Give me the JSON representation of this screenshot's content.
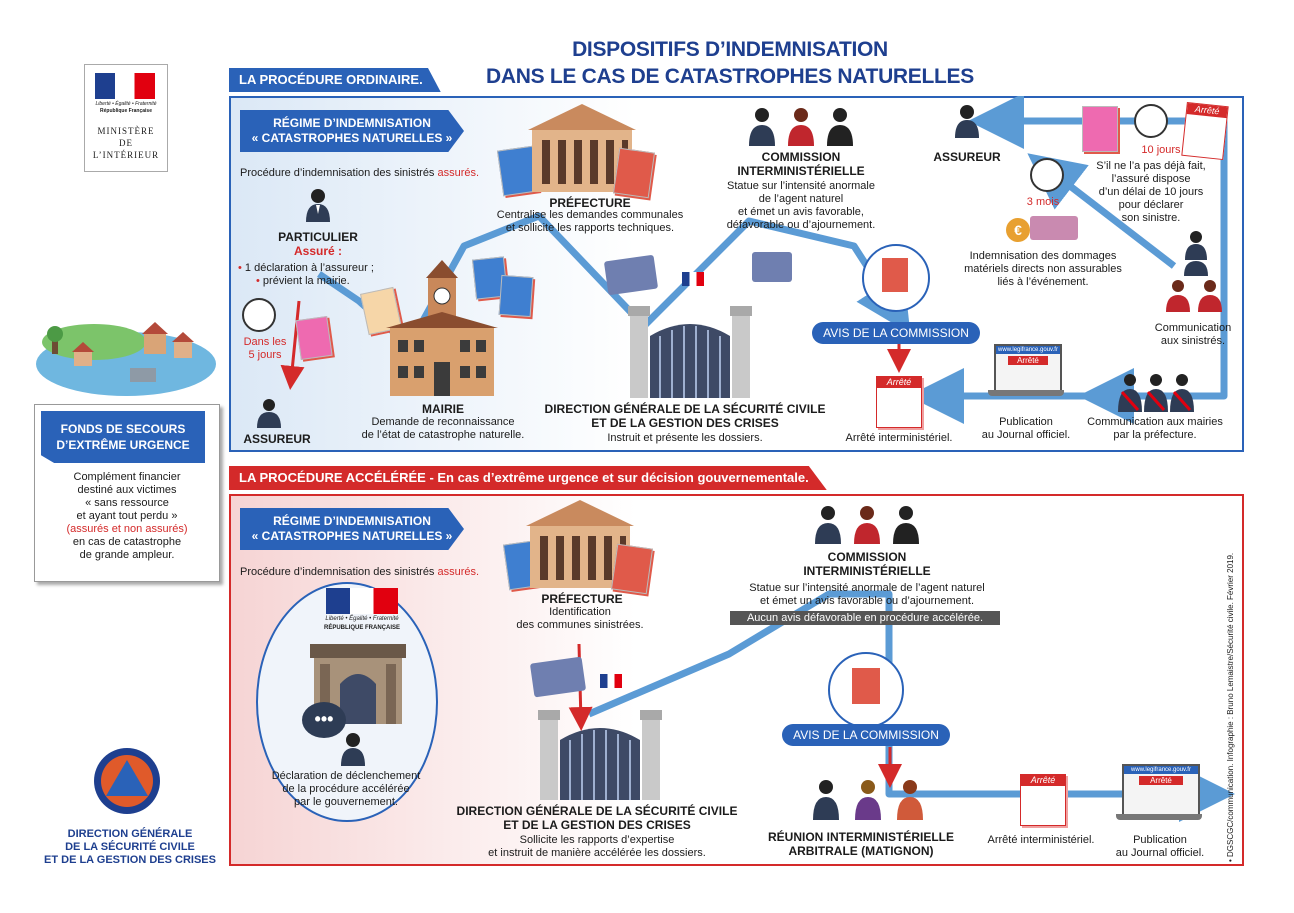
{
  "header": {
    "title_line1": "DISPOSITIFS D’INDEMNISATION",
    "title_line2": "DANS LE CAS DE CATASTROPHES NATURELLES"
  },
  "logo_ministere": {
    "motto": "Liberté • Égalité • Fraternité",
    "republique": "République Française",
    "line1": "MINISTÈRE",
    "line2": "DE",
    "line3": "L’INTÉRIEUR"
  },
  "fonds": {
    "heading1": "FONDS DE SECOURS",
    "heading2": "D’EXTRÊME URGENCE",
    "text1": "Complément financier",
    "text2": "destiné aux victimes",
    "text3": "« sans ressource",
    "text4": "et ayant tout perdu »",
    "text5": "(assurés et non assurés)",
    "text6": "en cas de catastrophe",
    "text7": "de grande ampleur."
  },
  "dgscgc_logo": {
    "line1": "DIRECTION GÉNÉRALE",
    "line2": "DE LA SÉCURITÉ CIVILE",
    "line3": "ET DE LA GESTION DES CRISES"
  },
  "ordinaire": {
    "tag": "LA PROCÉDURE ORDINAIRE.",
    "regime1": "RÉGIME D’INDEMNISATION",
    "regime2": "« CATASTROPHES NATURELLES »",
    "procedure_text": "Procédure d’indemnisation des sinistrés",
    "procedure_red": "assurés.",
    "particulier": "PARTICULIER",
    "assure": "Assuré :",
    "bullet1": "1 déclaration à l’assureur ;",
    "bullet2": "prévient la mairie.",
    "dans_les": "Dans les",
    "cinq_jours": "5 jours",
    "assureur_left": "ASSUREUR",
    "mairie": "MAIRIE",
    "mairie_t1": "Demande de reconnaissance",
    "mairie_t2": "de l’état de catastrophe naturelle.",
    "prefecture": "PRÉFECTURE",
    "prefecture_t1": "Centralise les demandes communales",
    "prefecture_t2": "et sollicite les rapports techniques.",
    "dgscgc1": "DIRECTION GÉNÉRALE DE LA SÉCURITÉ CIVILE",
    "dgscgc2": "ET DE LA GESTION DES CRISES",
    "dgscgc_t": "Instruit et présente les dossiers.",
    "commission1": "COMMISSION",
    "commission2": "INTERMINISTÉRIELLE",
    "commission_t1": "Statue sur l’intensité anormale",
    "commission_t2": "de l’agent naturel",
    "commission_t3": "et émet un avis favorable,",
    "commission_t4": "défavorable ou d’ajournement.",
    "avis": "AVIS DE LA COMMISSION",
    "arrete_label": "Arrêté",
    "arrete_text": "Arrêté interministériel.",
    "legifrance": "www.legifrance.gouv.fr",
    "publication1": "Publication",
    "publication2": "au Journal officiel.",
    "communication_mairies1": "Communication aux mairies",
    "communication_mairies2": "par la préfecture.",
    "communication_sinistres1": "Communication",
    "communication_sinistres2": "aux sinistrés.",
    "assureur_right": "ASSUREUR",
    "dix_jours": "10 jours",
    "dix_t1": "S’il ne l’a pas déjà fait,",
    "dix_t2": "l’assuré dispose",
    "dix_t3": "d’un délai de 10 jours",
    "dix_t4": "pour déclarer",
    "dix_t5": "son sinistre.",
    "trois_mois": "3 mois",
    "indemn1": "Indemnisation des dommages",
    "indemn2": "matériels directs non assurables",
    "indemn3": "liés à l’événement."
  },
  "acceleree": {
    "tag": "LA PROCÉDURE ACCÉLÉRÉE - En cas d’extrême urgence et sur décision gouvernementale.",
    "regime1": "RÉGIME D’INDEMNISATION",
    "regime2": "« CATASTROPHES NATURELLES »",
    "procedure_text": "Procédure d’indemnisation des sinistrés",
    "procedure_red": "assurés.",
    "gouv_motto": "Liberté • Égalité • Fraternité",
    "gouv_republique": "RÉPUBLIQUE FRANÇAISE",
    "declaration1": "Déclaration de déclenchement",
    "declaration2": "de la procédure accélérée",
    "declaration3": "par le gouvernement.",
    "prefecture": "PRÉFECTURE",
    "prefecture_t1": "Identification",
    "prefecture_t2": "des communes sinistrées.",
    "dgscgc1": "DIRECTION GÉNÉRALE DE LA SÉCURITÉ CIVILE",
    "dgscgc2": "ET DE LA GESTION DES CRISES",
    "dgscgc_t1": "Sollicite les rapports d’expertise",
    "dgscgc_t2": "et instruit de manière accélérée les dossiers.",
    "commission1": "COMMISSION",
    "commission2": "INTERMINISTÉRIELLE",
    "commission_t1": "Statue sur l’intensité anormale de l’agent naturel",
    "commission_t2": "et émet un avis favorable ou d’ajournement.",
    "commission_t3": "Aucun avis défavorable en procédure accélérée.",
    "avis": "AVIS DE LA COMMISSION",
    "reunion1": "RÉUNION INTERMINISTÉRIELLE",
    "reunion2": "ARBITRALE (MATIGNON)",
    "arrete_label": "Arrêté",
    "arrete_text": "Arrêté interministériel.",
    "legifrance": "www.legifrance.gouv.fr",
    "publication1": "Publication",
    "publication2": "au Journal officiel."
  },
  "credit": "• DGSCGC/communication. Infographie : Bruno Lemaistre/Sécurité civile. Février 2019.",
  "colors": {
    "blue": "#2a62b8",
    "red": "#d42a2a",
    "arrow": "#5b9bd5",
    "title": "#1e3f8f"
  }
}
